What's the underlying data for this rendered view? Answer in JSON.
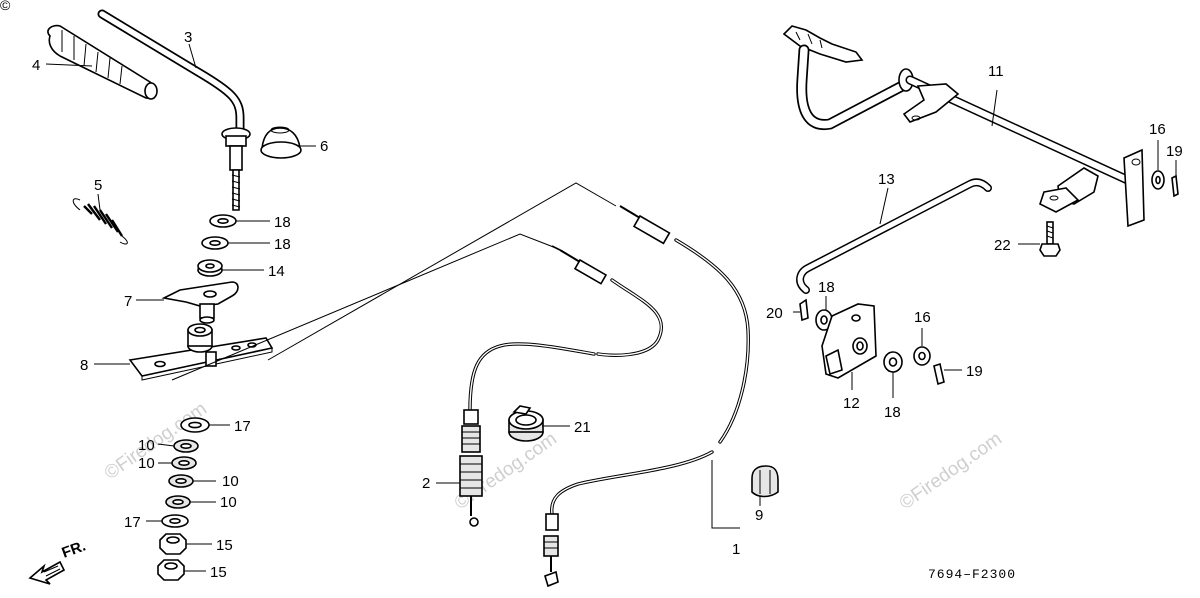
{
  "diagram_code": "7694–F2300",
  "front_label": "FR.",
  "corner_mark": "©",
  "watermark": "©Firedog.com",
  "callouts": [
    {
      "id": "c1",
      "label": "1"
    },
    {
      "id": "c2",
      "label": "2"
    },
    {
      "id": "c3",
      "label": "3"
    },
    {
      "id": "c4",
      "label": "4"
    },
    {
      "id": "c5",
      "label": "5"
    },
    {
      "id": "c6",
      "label": "6"
    },
    {
      "id": "c7",
      "label": "7"
    },
    {
      "id": "c8",
      "label": "8"
    },
    {
      "id": "c9",
      "label": "9"
    },
    {
      "id": "c10a",
      "label": "10"
    },
    {
      "id": "c10b",
      "label": "10"
    },
    {
      "id": "c10c",
      "label": "10"
    },
    {
      "id": "c10d",
      "label": "10"
    },
    {
      "id": "c11",
      "label": "11"
    },
    {
      "id": "c12",
      "label": "12"
    },
    {
      "id": "c13",
      "label": "13"
    },
    {
      "id": "c14",
      "label": "14"
    },
    {
      "id": "c15a",
      "label": "15"
    },
    {
      "id": "c15b",
      "label": "15"
    },
    {
      "id": "c16a",
      "label": "16"
    },
    {
      "id": "c16b",
      "label": "16"
    },
    {
      "id": "c17a",
      "label": "17"
    },
    {
      "id": "c17b",
      "label": "17"
    },
    {
      "id": "c18a",
      "label": "18"
    },
    {
      "id": "c18b",
      "label": "18"
    },
    {
      "id": "c18c",
      "label": "18"
    },
    {
      "id": "c18d",
      "label": "18"
    },
    {
      "id": "c19a",
      "label": "19"
    },
    {
      "id": "c19b",
      "label": "19"
    },
    {
      "id": "c20",
      "label": "20"
    },
    {
      "id": "c21",
      "label": "21"
    },
    {
      "id": "c22",
      "label": "22"
    }
  ]
}
